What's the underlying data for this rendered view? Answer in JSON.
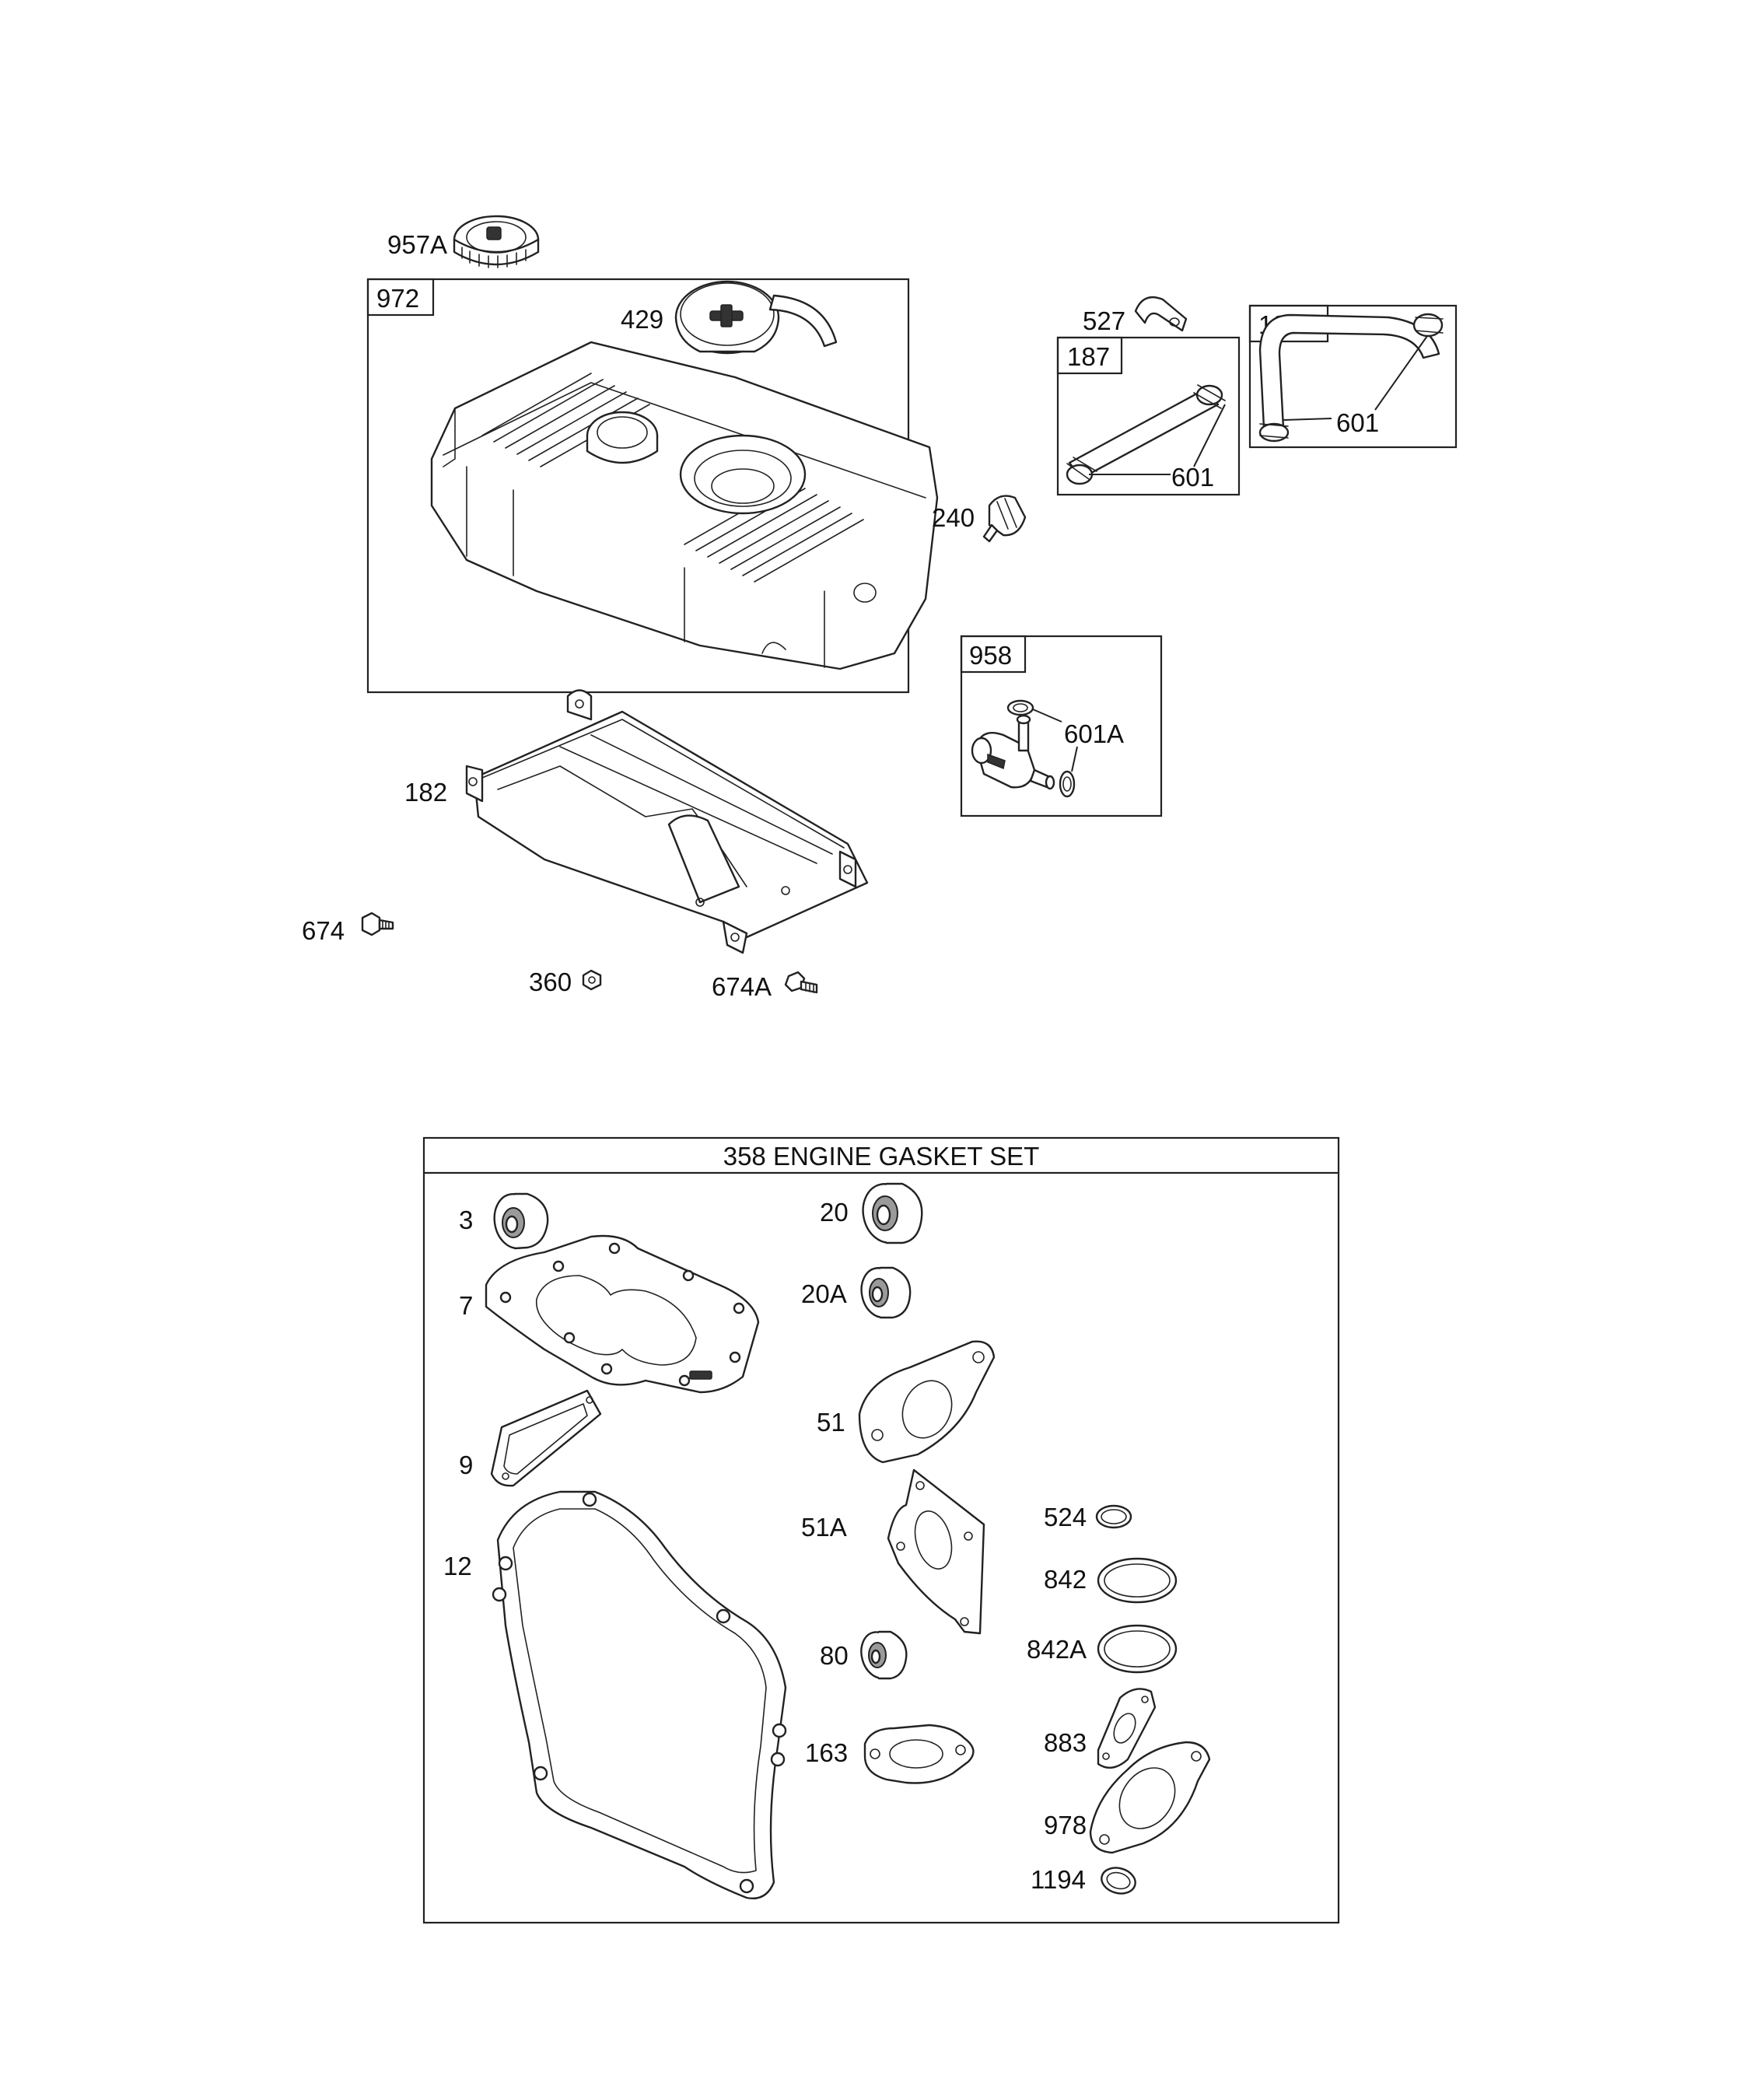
{
  "labels": {
    "p957A": "957A",
    "p972": "972",
    "p429": "429",
    "p527": "527",
    "p187A": "187A",
    "p187": "187",
    "p601_187": "601",
    "p601_187A": "601",
    "p240": "240",
    "p958": "958",
    "p601A": "601A",
    "p182": "182",
    "p674": "674",
    "p360": "360",
    "p674A": "674A"
  },
  "gasket_set": {
    "title": "358 ENGINE GASKET SET",
    "labels": {
      "p3": "3",
      "p7": "7",
      "p9": "9",
      "p12": "12",
      "p20": "20",
      "p20A": "20A",
      "p51": "51",
      "p51A": "51A",
      "p80": "80",
      "p163": "163",
      "p524": "524",
      "p842": "842",
      "p842A": "842A",
      "p883": "883",
      "p978": "978",
      "p1194": "1194"
    }
  }
}
